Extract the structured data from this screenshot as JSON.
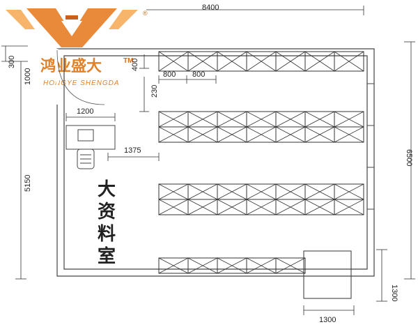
{
  "logo": {
    "name_cn": "鸿业盛大",
    "trademark": "TM",
    "registered": "®",
    "name_en": "HONGYE SHENGDA",
    "colors": {
      "primary": "#e9893a",
      "dark": "#c9611c",
      "light": "#f6b56b"
    }
  },
  "room": {
    "name_chars": [
      "大",
      "资",
      "料",
      "室"
    ]
  },
  "dimensions": {
    "top_width": "8400",
    "right_height": "6500",
    "left_height": "5150",
    "top_offset": "1000",
    "wall_offset": "300",
    "shelf_gap_top": "400",
    "shelf_width_a": "800",
    "shelf_width_b": "800",
    "shelf_offset": "230",
    "desk_width": "1200",
    "aisle_width": "1375",
    "cabinet_height": "1300",
    "cabinet_width": "1300"
  },
  "colors": {
    "line": "#333333",
    "wall": "#444444"
  }
}
